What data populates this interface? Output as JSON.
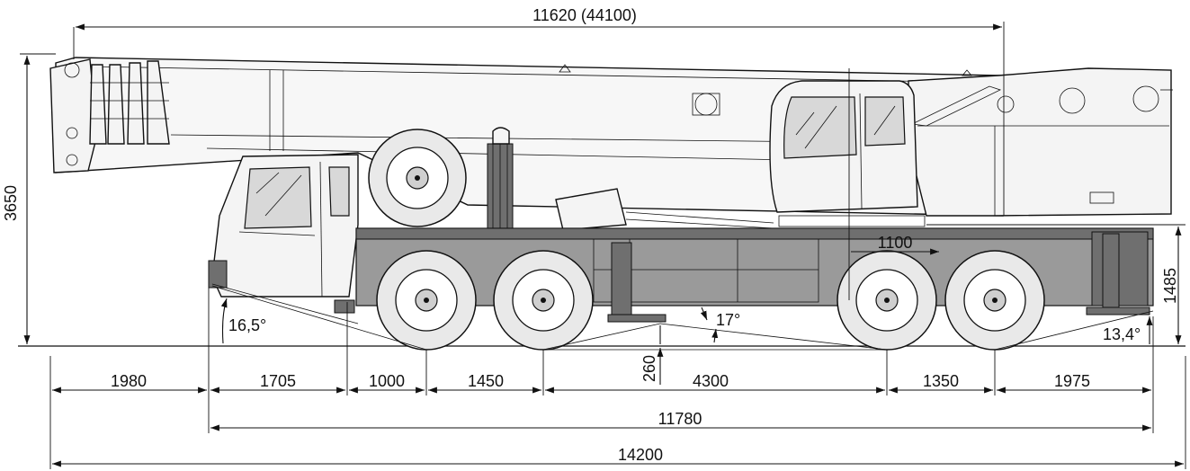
{
  "dimensions": {
    "boom_length": "11620 (44100)",
    "overall_height": "3650",
    "turntable_height": "1485",
    "rear_axle_offset": "1100",
    "ground_clearance": "260",
    "approach_angle": "16,5°",
    "ramp_angle": "17°",
    "departure_angle": "13,4°",
    "front_overhang": "1980",
    "cab_to_axle1": "1705",
    "axle1_offset": "1000",
    "axle_spacing_1_2": "1450",
    "axle_spacing_2_3": "4300",
    "axle_spacing_3_4": "1350",
    "rear_overhang": "1975",
    "carrier_length": "11780",
    "overall_length": "14200"
  }
}
